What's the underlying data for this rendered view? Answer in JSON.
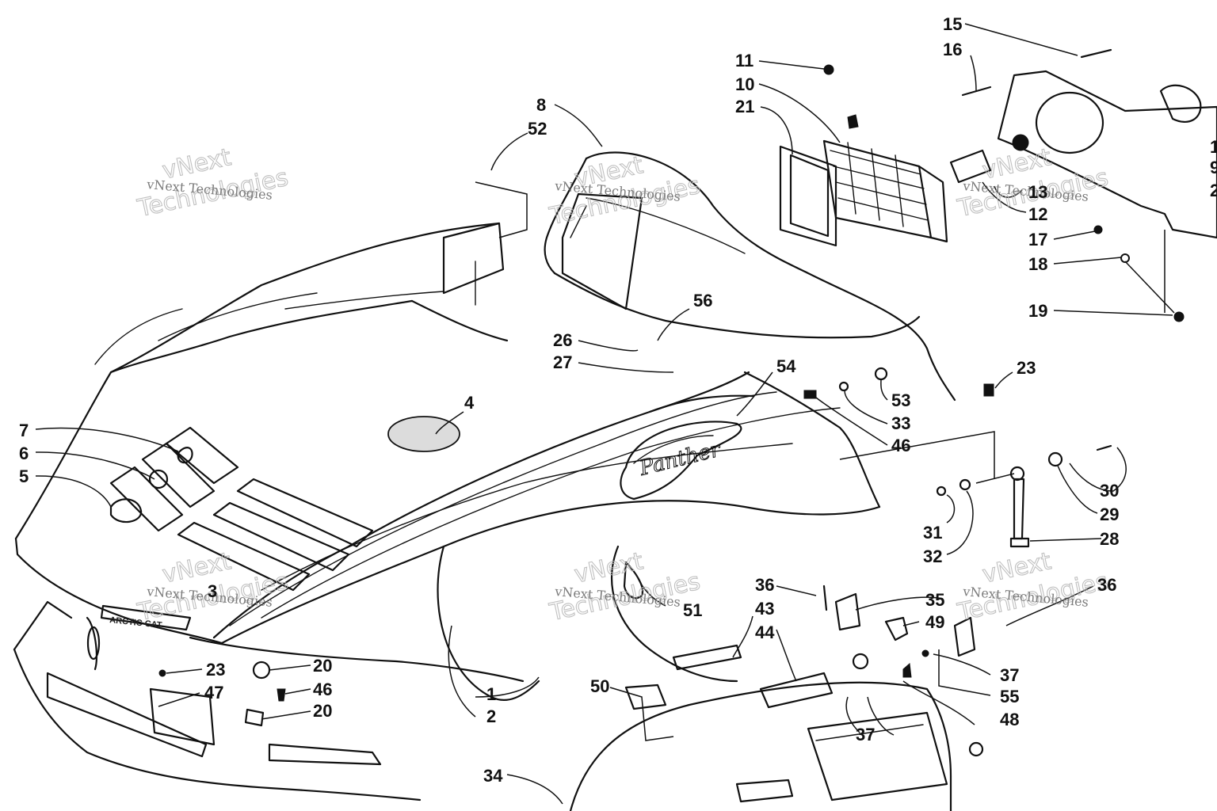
{
  "callouts": [
    {
      "id": "c15",
      "text": "15"
    },
    {
      "id": "c16",
      "text": "16"
    },
    {
      "id": "c11",
      "text": "11"
    },
    {
      "id": "c10",
      "text": "10"
    },
    {
      "id": "c21",
      "text": "21"
    },
    {
      "id": "c8",
      "text": "8"
    },
    {
      "id": "c52",
      "text": "52"
    },
    {
      "id": "c13",
      "text": "13"
    },
    {
      "id": "c12",
      "text": "12"
    },
    {
      "id": "c17",
      "text": "17"
    },
    {
      "id": "c18",
      "text": "18"
    },
    {
      "id": "c19",
      "text": "19"
    },
    {
      "id": "c56",
      "text": "56"
    },
    {
      "id": "c26",
      "text": "26"
    },
    {
      "id": "c27",
      "text": "27"
    },
    {
      "id": "c54",
      "text": "54"
    },
    {
      "id": "c23a",
      "text": "23"
    },
    {
      "id": "c53",
      "text": "53"
    },
    {
      "id": "c33",
      "text": "33"
    },
    {
      "id": "c46a",
      "text": "46"
    },
    {
      "id": "c4",
      "text": "4"
    },
    {
      "id": "c7",
      "text": "7"
    },
    {
      "id": "c6",
      "text": "6"
    },
    {
      "id": "c5",
      "text": "5"
    },
    {
      "id": "c30",
      "text": "30"
    },
    {
      "id": "c29",
      "text": "29"
    },
    {
      "id": "c28",
      "text": "28"
    },
    {
      "id": "c31",
      "text": "31"
    },
    {
      "id": "c32",
      "text": "32"
    },
    {
      "id": "c3",
      "text": "3"
    },
    {
      "id": "c51",
      "text": "51"
    },
    {
      "id": "c36a",
      "text": "36"
    },
    {
      "id": "c43",
      "text": "43"
    },
    {
      "id": "c35",
      "text": "35"
    },
    {
      "id": "c36b",
      "text": "36"
    },
    {
      "id": "c49",
      "text": "49"
    },
    {
      "id": "c44",
      "text": "44"
    },
    {
      "id": "c23b",
      "text": "23"
    },
    {
      "id": "c20a",
      "text": "20"
    },
    {
      "id": "c46b",
      "text": "46"
    },
    {
      "id": "c47",
      "text": "47"
    },
    {
      "id": "c20b",
      "text": "20"
    },
    {
      "id": "c1",
      "text": "1"
    },
    {
      "id": "c2",
      "text": "2"
    },
    {
      "id": "c50",
      "text": "50"
    },
    {
      "id": "c37a",
      "text": "37"
    },
    {
      "id": "c55",
      "text": "55"
    },
    {
      "id": "c48",
      "text": "48"
    },
    {
      "id": "c37b",
      "text": "37"
    },
    {
      "id": "c34",
      "text": "34"
    }
  ],
  "edge_cutoffs": [
    "1",
    "9",
    "2"
  ],
  "watermark": {
    "line": "vNext Technologies",
    "big_top": "vNext",
    "big_bottom": "Technologies"
  },
  "hood_badge": "ARCTIC CAT",
  "decal_script": "Panther",
  "colors": {
    "ink": "#111111",
    "paper": "#ffffff",
    "watermark_outline": "#b9b9b9",
    "watermark_text": "#6d6d6d"
  }
}
